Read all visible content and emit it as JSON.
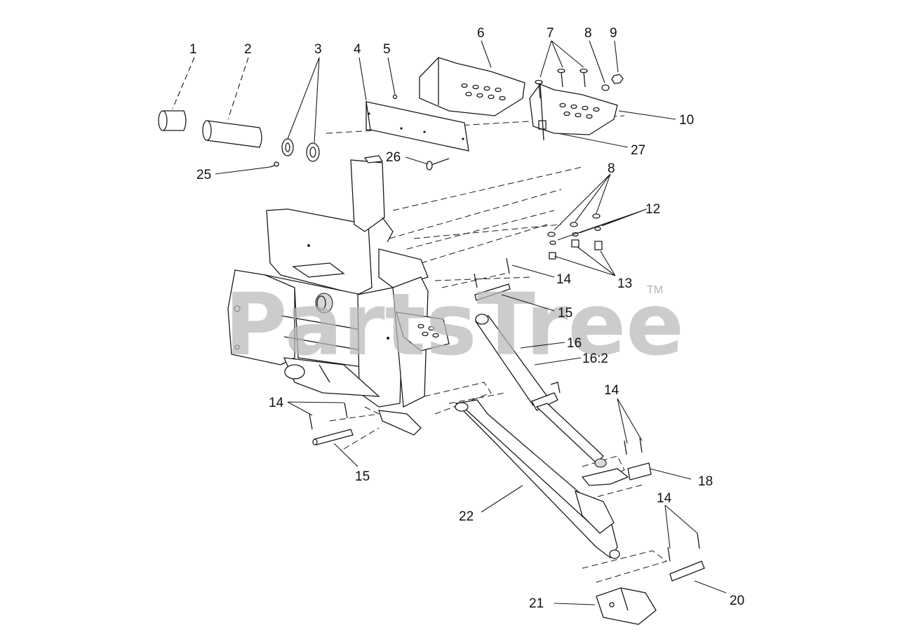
{
  "watermark": {
    "text": "PartsTree",
    "trademark": "TM"
  },
  "callouts": [
    "1",
    "2",
    "3",
    "4",
    "5",
    "6",
    "7",
    "8",
    "9",
    "10",
    "27",
    "26",
    "25",
    "8",
    "12",
    "14",
    "13",
    "15",
    "16",
    "16:2",
    "14",
    "15",
    "14",
    "18",
    "22",
    "14",
    "21",
    "20"
  ]
}
